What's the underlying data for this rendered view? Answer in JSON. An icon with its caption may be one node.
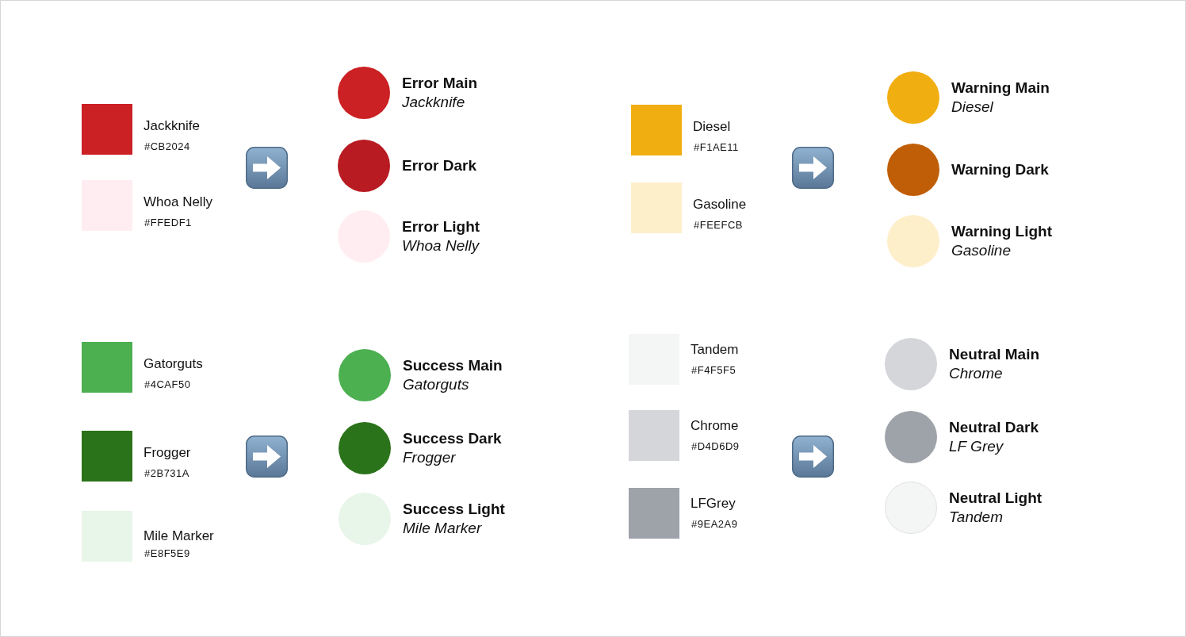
{
  "diagram": {
    "nodes": [
      {
        "text": [],
        "shape": "box",
        "beside": [
          "Jackknife",
          "#CB2024"
        ]
      },
      {
        "text": [],
        "shape": "box",
        "beside": [
          "Whoa Nelly",
          "#FFEDF1"
        ]
      },
      {
        "text": [],
        "shape": "circle",
        "beside": [
          "Error Main",
          "Jackknife"
        ]
      },
      {
        "text": [],
        "shape": "circle",
        "beside": [
          "Error Dark"
        ]
      },
      {
        "text": [],
        "shape": "circle",
        "beside": [
          "Error Light",
          "Whoa Nelly"
        ]
      },
      {
        "text": [],
        "shape": "box",
        "beside": [
          "Diesel",
          "#F1AE11"
        ]
      },
      {
        "text": [],
        "shape": "box",
        "beside": [
          "Gasoline",
          "#FEEFCB"
        ]
      },
      {
        "text": [],
        "shape": "circle",
        "beside": [
          "Warning Main",
          "Diesel"
        ]
      },
      {
        "text": [],
        "shape": "circle",
        "beside": [
          "Warning Dark"
        ]
      },
      {
        "text": [],
        "shape": "circle",
        "beside": [
          "Warning Light",
          "Gasoline"
        ]
      },
      {
        "text": [],
        "shape": "box",
        "beside": [
          "Gatorguts",
          "#4CAF50"
        ]
      },
      {
        "text": [],
        "shape": "box",
        "beside": [
          "Frogger",
          "#2B731A"
        ]
      },
      {
        "text": [],
        "shape": "box",
        "beside": [
          "Mile Marker",
          "#E8F5E9"
        ]
      },
      {
        "text": [],
        "shape": "circle",
        "beside": [
          "Success Main",
          "Gatorguts"
        ]
      },
      {
        "text": [],
        "shape": "circle",
        "beside": [
          "Success Dark",
          "Frogger"
        ]
      },
      {
        "text": [],
        "shape": "circle",
        "beside": [
          "Success Light",
          "Mile Marker"
        ]
      },
      {
        "text": [],
        "shape": "box",
        "beside": [
          "Tandem",
          "#F4F5F5"
        ]
      },
      {
        "text": [],
        "shape": "box",
        "beside": [
          "Chrome",
          "#D4D6D9"
        ]
      },
      {
        "text": [],
        "shape": "box",
        "beside": [
          "LFGrey",
          "#9EA2A9"
        ]
      },
      {
        "text": [],
        "shape": "circle",
        "beside": [
          "Neutral Main",
          "Chrome"
        ]
      },
      {
        "text": [],
        "shape": "circle",
        "beside": [
          "Neutral Dark",
          "LF Grey"
        ]
      },
      {
        "text": [],
        "shape": "circle",
        "beside": [
          "Neutral Light",
          "Tandem"
        ]
      }
    ]
  }
}
